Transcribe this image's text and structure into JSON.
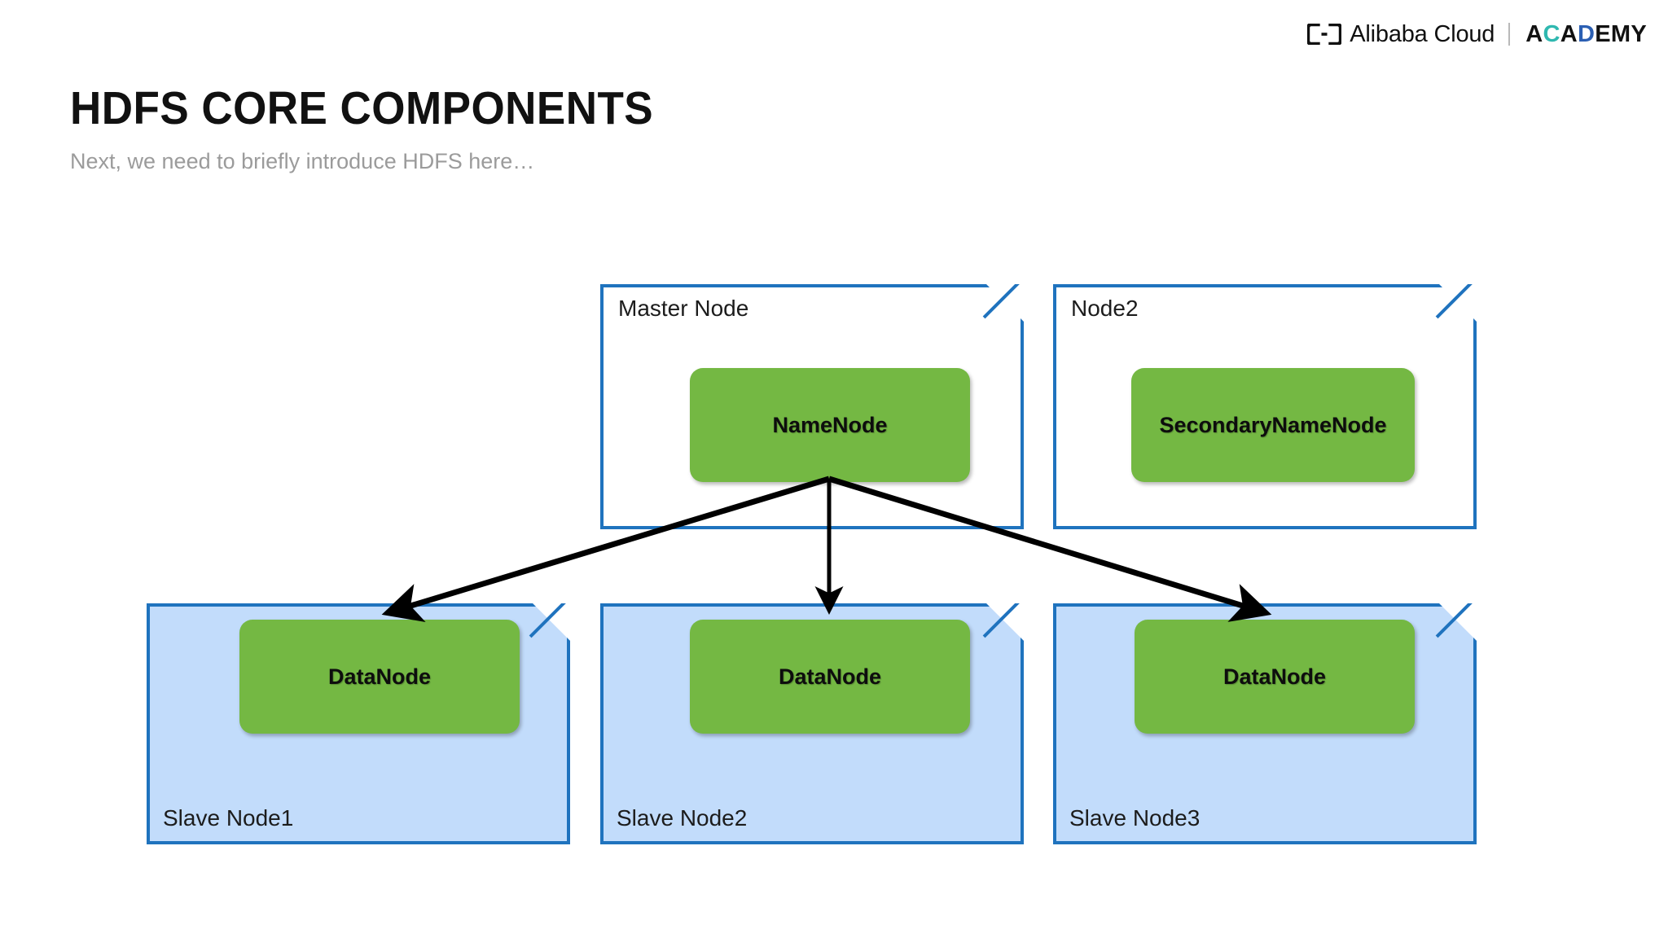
{
  "header": {
    "logo_brand": "Alibaba Cloud",
    "logo_academy_parts": [
      "A",
      "C",
      "A",
      "D",
      "EMY"
    ],
    "logo_academy": "ACADEMY",
    "logo_mark_name": "alibaba-cloud-bracket-logo"
  },
  "slide": {
    "title": "HDFS CORE COMPONENTS",
    "subtitle": "Next, we need to briefly introduce HDFS here…"
  },
  "colors": {
    "node_border": "#1f73be",
    "slave_fill": "#c2dcfb",
    "master_fill": "#ffffff",
    "component_fill": "#74b843",
    "arrow": "#000000",
    "title": "#111111",
    "subtitle": "#9b9b9b"
  },
  "diagram": {
    "nodes": [
      {
        "id": "master-node",
        "label": "Master Node",
        "label_position": "top",
        "fill": "white",
        "component": "NameNode"
      },
      {
        "id": "node2",
        "label": "Node2",
        "label_position": "top",
        "fill": "white",
        "component": "SecondaryNameNode"
      },
      {
        "id": "slave-node-1",
        "label": "Slave Node1",
        "label_position": "bottom",
        "fill": "blue",
        "component": "DataNode"
      },
      {
        "id": "slave-node-2",
        "label": "Slave Node2",
        "label_position": "bottom",
        "fill": "blue",
        "component": "DataNode"
      },
      {
        "id": "slave-node-3",
        "label": "Slave Node3",
        "label_position": "bottom",
        "fill": "blue",
        "component": "DataNode"
      }
    ],
    "connections": [
      {
        "from": "NameNode",
        "to": "DataNode (Slave Node1)"
      },
      {
        "from": "NameNode",
        "to": "DataNode (Slave Node2)"
      },
      {
        "from": "NameNode",
        "to": "DataNode (Slave Node3)"
      }
    ]
  }
}
